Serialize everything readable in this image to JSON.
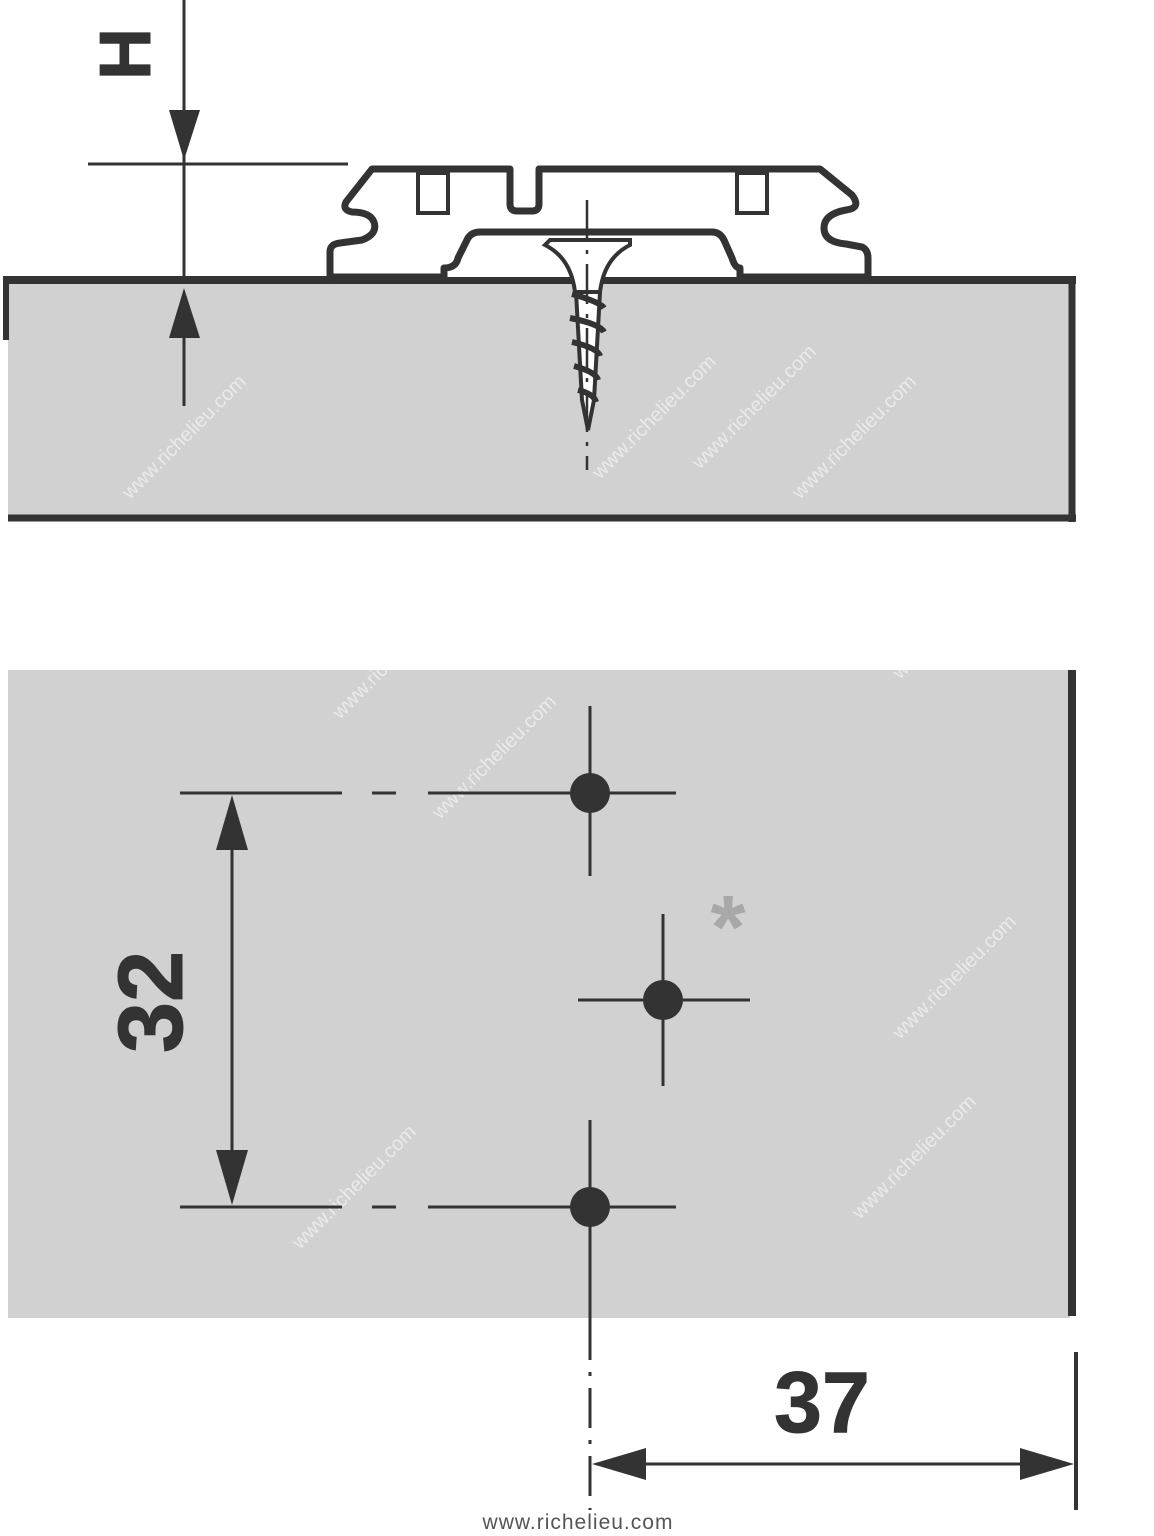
{
  "labels": {
    "height_dimension": "H",
    "hole_spacing": "32",
    "edge_distance": "37",
    "asterisk": "*"
  },
  "footer": {
    "url": "www.richelieu.com"
  },
  "watermark": "www.richelieu.com",
  "colors": {
    "ink": "#333333",
    "panel": "#d1d1d1",
    "asterisk": "#a8a8a8"
  }
}
